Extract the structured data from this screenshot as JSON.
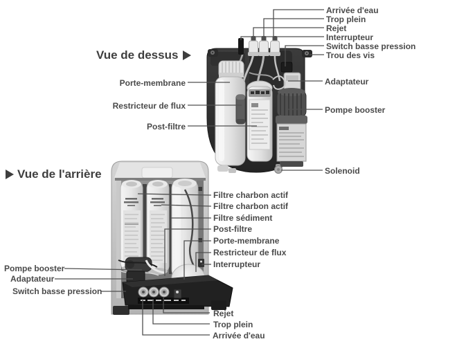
{
  "page": {
    "background_color": "#ffffff",
    "text_color": "#4a4a4a",
    "line_color": "#4f4f4f"
  },
  "top_view": {
    "title": "Vue de dessus",
    "labels": {
      "arrivee_eau": "Arrivée d'eau",
      "trop_plein": "Trop plein",
      "rejet": "Rejet",
      "interrupteur": "Interrupteur",
      "switch_basse_pression": "Switch basse pression",
      "trou_des_vis": "Trou des vis",
      "adaptateur": "Adaptateur",
      "pompe_booster": "Pompe booster",
      "solenoid": "Solenoid",
      "porte_membrane": "Porte-membrane",
      "restricteur_de_flux": "Restricteur de flux",
      "post_filtre": "Post-filtre"
    }
  },
  "rear_view": {
    "title": "Vue de l'arrière",
    "labels": {
      "filtre_charbon_actif_1": "Filtre charbon actif",
      "filtre_charbon_actif_2": "Filtre charbon actif",
      "filtre_sediment": "Filtre sédiment",
      "post_filtre": "Post-filtre",
      "porte_membrane": "Porte-membrane",
      "restricteur_de_flux": "Restricteur de flux",
      "interrupteur": "Interrupteur",
      "pompe_booster": "Pompe booster",
      "adaptateur": "Adaptateur",
      "switch_basse_pression": "Switch basse pression",
      "rejet": "Rejet",
      "trop_plein": "Trop plein",
      "arrivee_eau": "Arrivée d'eau"
    }
  }
}
